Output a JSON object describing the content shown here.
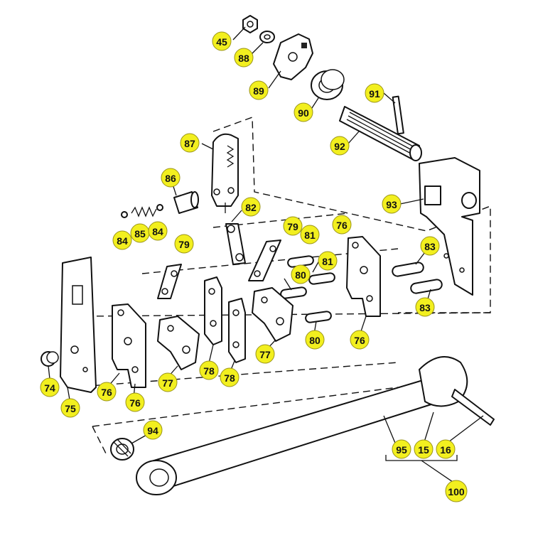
{
  "diagram": {
    "callout_color": "#f2ef1f",
    "callouts": [
      {
        "id": "c45",
        "label": "45"
      },
      {
        "id": "c88",
        "label": "88"
      },
      {
        "id": "c89",
        "label": "89"
      },
      {
        "id": "c90",
        "label": "90"
      },
      {
        "id": "c91",
        "label": "91"
      },
      {
        "id": "c92",
        "label": "92"
      },
      {
        "id": "c87",
        "label": "87"
      },
      {
        "id": "c86",
        "label": "86"
      },
      {
        "id": "c93",
        "label": "93"
      },
      {
        "id": "c82",
        "label": "82"
      },
      {
        "id": "c84a",
        "label": "84"
      },
      {
        "id": "c85",
        "label": "85"
      },
      {
        "id": "c84b",
        "label": "84"
      },
      {
        "id": "c79a",
        "label": "79"
      },
      {
        "id": "c79b",
        "label": "79"
      },
      {
        "id": "c81a",
        "label": "81"
      },
      {
        "id": "c76a",
        "label": "76"
      },
      {
        "id": "c83a",
        "label": "83"
      },
      {
        "id": "c81b",
        "label": "81"
      },
      {
        "id": "c80a",
        "label": "80"
      },
      {
        "id": "c83b",
        "label": "83"
      },
      {
        "id": "c80b",
        "label": "80"
      },
      {
        "id": "c76b",
        "label": "76"
      },
      {
        "id": "c77a",
        "label": "77"
      },
      {
        "id": "c74",
        "label": "74"
      },
      {
        "id": "c76c",
        "label": "76"
      },
      {
        "id": "c77b",
        "label": "77"
      },
      {
        "id": "c78a",
        "label": "78"
      },
      {
        "id": "c78b",
        "label": "78"
      },
      {
        "id": "c76d",
        "label": "76"
      },
      {
        "id": "c75",
        "label": "75"
      },
      {
        "id": "c94",
        "label": "94"
      },
      {
        "id": "c95",
        "label": "95"
      },
      {
        "id": "c15",
        "label": "15"
      },
      {
        "id": "c16",
        "label": "16"
      },
      {
        "id": "c100",
        "label": "100"
      }
    ]
  }
}
